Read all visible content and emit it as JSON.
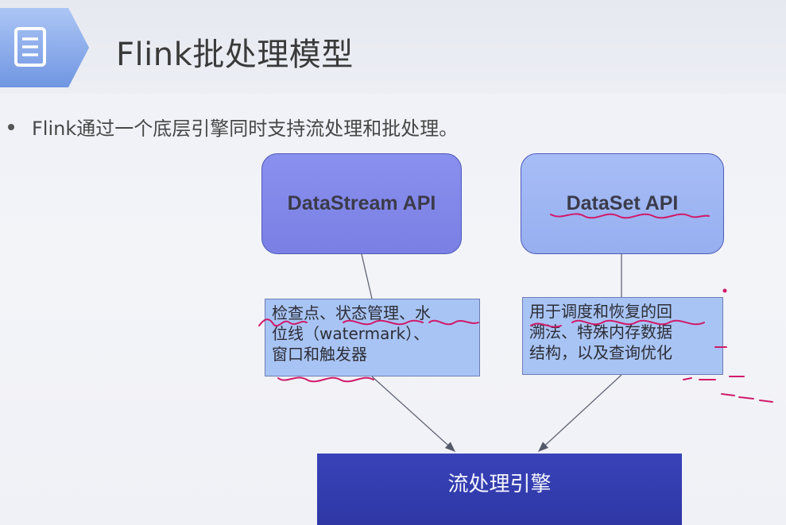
{
  "slide": {
    "title": "Flink批处理模型",
    "bullet": "Flink通过一个底层引擎同时支持流处理和批处理。"
  },
  "diagram": {
    "api_left": {
      "label": "DataStream API"
    },
    "api_right": {
      "label": "DataSet API"
    },
    "text_left": {
      "lines": [
        "检查点、状态管理、水",
        "位线（watermark）、",
        "窗口和触发器"
      ]
    },
    "text_right": {
      "lines": [
        "用于调度和恢复的回",
        "溯法、特殊内存数据",
        "结构，以及查询优化"
      ]
    },
    "engine": {
      "label": "流处理引擎"
    }
  },
  "colors": {
    "tab_blue": "#7fa6ef",
    "api_left_fill": "#8a90ee",
    "api_right_fill": "#a6bdf7",
    "text_box_fill": "#a8c4f4",
    "engine_fill": "#3943b9",
    "annotation_red": "#d01a6a"
  },
  "icons": {
    "title_icon": "document-list-icon"
  }
}
